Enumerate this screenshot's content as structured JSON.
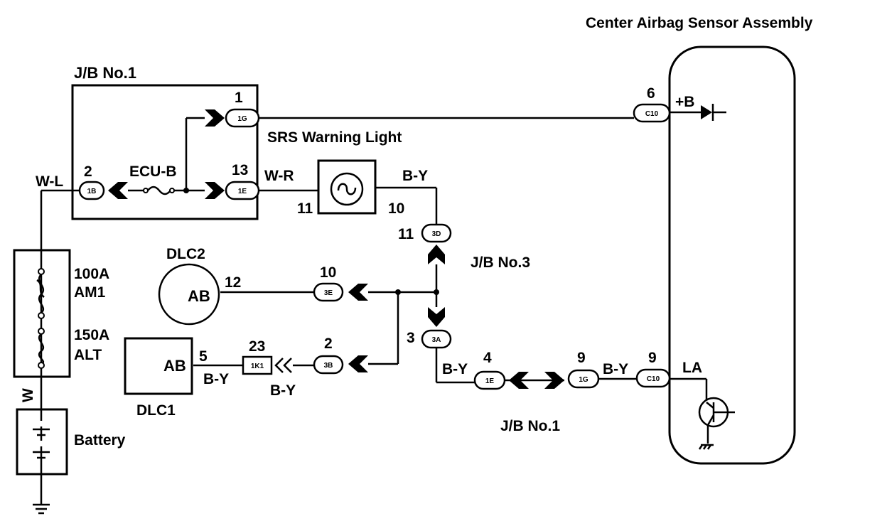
{
  "labels": {
    "center_airbag_title": "Center Airbag Sensor Assembly",
    "jb1_top": "J/B No.1",
    "jb1_bottom": "J/B No.1",
    "jb3": "J/B No.3",
    "srs_warning_light": "SRS Warning Light",
    "ecu_b": "ECU-B",
    "fuse_am1_rating": "100A",
    "fuse_am1_name": "AM1",
    "fuse_alt_rating": "150A",
    "fuse_alt_name": "ALT",
    "battery": "Battery",
    "dlc1": "DLC1",
    "dlc2": "DLC2",
    "dlc1_ab": "AB",
    "dlc2_ab": "AB",
    "plus_b": "+B",
    "la": "LA"
  },
  "wire_colors": {
    "w_l": "W-L",
    "w_r": "W-R",
    "b_y_top": "B-Y",
    "w_battery": "W",
    "b_y_dlc1": "B-Y",
    "b_y_1k1": "B-Y",
    "b_y_3a": "B-Y",
    "b_y_c10": "B-Y"
  },
  "pins": {
    "p1": "1",
    "p2": "2",
    "p13": "13",
    "p6": "6",
    "p11_lamp": "11",
    "p10_lamp": "10",
    "p11_3d": "11",
    "p10_3e": "10",
    "p12": "12",
    "p23": "23",
    "p2_3b": "2",
    "p3": "3",
    "p4": "4",
    "p9_1g": "9",
    "p9_c10": "9",
    "p5": "5"
  },
  "connectors": {
    "c_1g_top": "1G",
    "c_1b": "1B",
    "c_1e_top": "1E",
    "c_c10_top": "C10",
    "c_3d": "3D",
    "c_3e": "3E",
    "c_3a": "3A",
    "c_3b": "3B",
    "c_1k1": "1K1",
    "c_1e_bottom": "1E",
    "c_1g_bottom": "1G",
    "c_c10_bottom": "C10"
  }
}
